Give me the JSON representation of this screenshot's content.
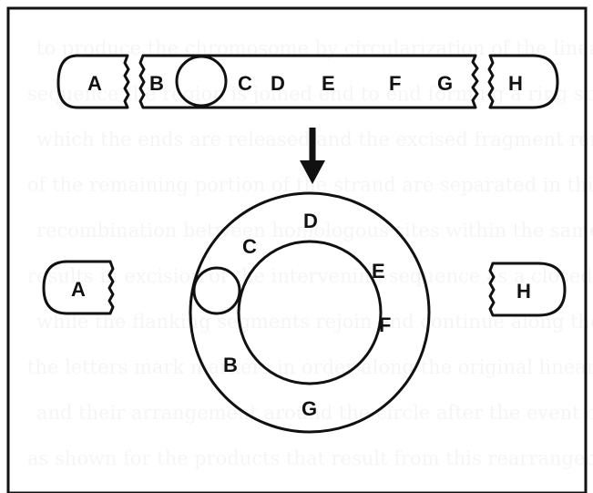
{
  "colors": {
    "ink": "#111111",
    "background": "#ffffff"
  },
  "top_strip": {
    "left_end_label": "A",
    "right_end_label": "H",
    "middle_labels": [
      "B",
      "C",
      "D",
      "E",
      "F",
      "G"
    ]
  },
  "bottom_ring": {
    "left_end_label": "A",
    "right_end_label": "H",
    "ring_labels": [
      "D",
      "C",
      "E",
      "F",
      "B",
      "G"
    ]
  },
  "arrow": {
    "icon": "down-arrow-icon"
  }
}
